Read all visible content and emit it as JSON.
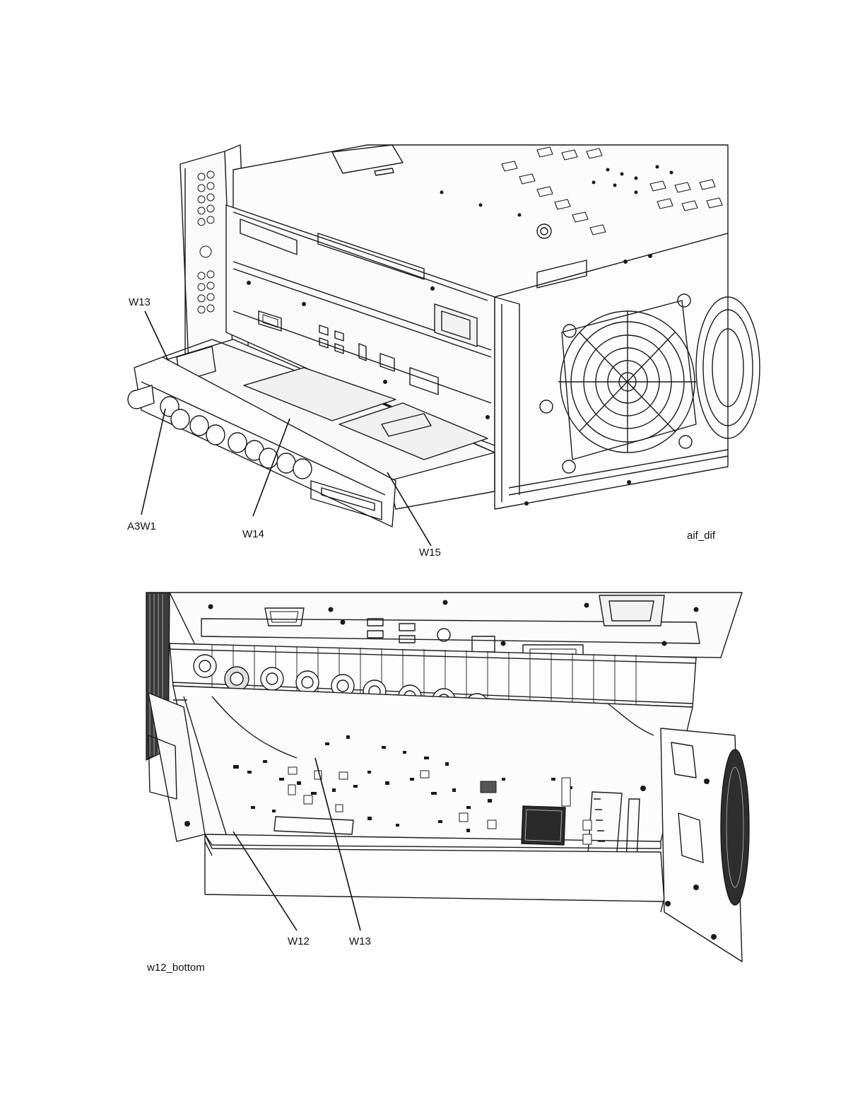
{
  "figure_top": {
    "caption": "aif_dif",
    "callouts": {
      "w13": "W13",
      "a3w1": "A3W1",
      "w14": "W14",
      "w15": "W15"
    }
  },
  "figure_bottom": {
    "caption": "w12_bottom",
    "callouts": {
      "w12": "W12",
      "w13": "W13"
    }
  }
}
